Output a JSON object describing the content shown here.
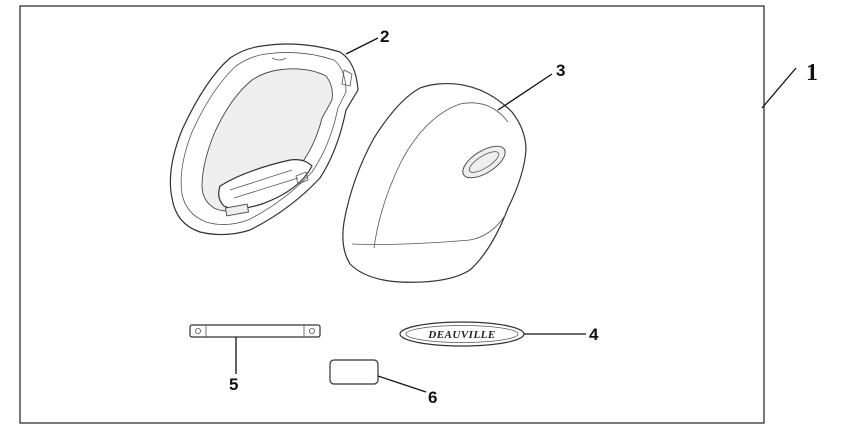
{
  "callouts": {
    "kit": "1",
    "inner_shell": "2",
    "cover": "3",
    "emblem": "4",
    "bracket": "5",
    "label": "6"
  },
  "emblem_text": "DEAUVILLE",
  "colors": {
    "outline": "#333333",
    "leader": "#111111",
    "background": "#ffffff"
  }
}
